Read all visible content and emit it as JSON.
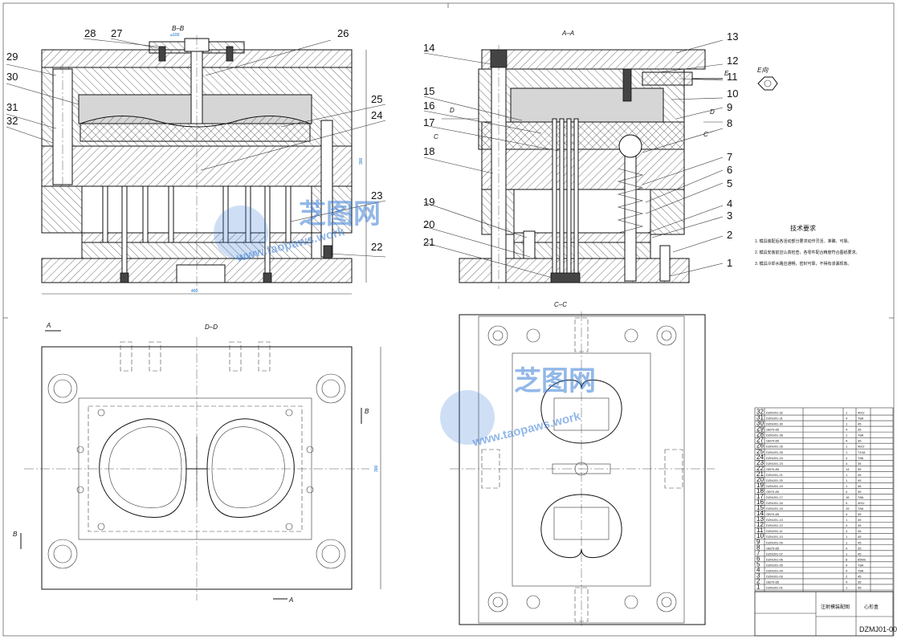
{
  "sections": {
    "bb": "B–B",
    "aa": "A–A",
    "cc": "C–C",
    "dd": "D–D"
  },
  "cut_letters": {
    "a": "A",
    "b": "B",
    "c": "C",
    "d": "D",
    "e": "E",
    "e_view": "E向"
  },
  "part_numbers": {
    "left": [
      "28",
      "27",
      "26",
      "29",
      "30",
      "25",
      "31",
      "24",
      "32",
      "23",
      "22"
    ],
    "right": [
      "13",
      "14",
      "12",
      "11",
      "15",
      "10",
      "16",
      "9",
      "17",
      "8",
      "18",
      "7",
      "6",
      "5",
      "19",
      "4",
      "3",
      "20",
      "2",
      "21",
      "1"
    ]
  },
  "dimensions": {
    "overall_width": "400",
    "overall_height": "300",
    "plan_height": "300"
  },
  "watermark": {
    "brand": "芝图网",
    "url": "www.taopaws.work"
  },
  "tech_requirements": {
    "title": "技术要求",
    "items": [
      "1. 模具装配后各活动部分要求动作灵活、准确、可靠。",
      "2. 模具安装前应认真检查，各零件配合精度符合图纸要求。",
      "3. 模具冷却水路应通畅，密封可靠，不得有渗漏现象。"
    ]
  },
  "bom": {
    "rows": [
      {
        "no": "32",
        "code": "DZMJ01-32",
        "qty": "1",
        "mat": "40Cr"
      },
      {
        "no": "31",
        "code": "DZMJ01-31",
        "qty": "4",
        "mat": "T8A"
      },
      {
        "no": "30",
        "code": "DZMJ01-30",
        "qty": "1",
        "mat": "45"
      },
      {
        "no": "29",
        "code": "GB70-85",
        "qty": "4",
        "mat": "35"
      },
      {
        "no": "28",
        "code": "DZMJ01-28",
        "qty": "1",
        "mat": "T8A"
      },
      {
        "no": "27",
        "code": "GB70-85",
        "qty": "4",
        "mat": "35"
      },
      {
        "no": "26",
        "code": "DZMJ01-26",
        "qty": "1",
        "mat": "40Cr"
      },
      {
        "no": "25",
        "code": "DZMJ01-25",
        "qty": "1",
        "mat": "T10A"
      },
      {
        "no": "24",
        "code": "DZMJ01-24",
        "qty": "4",
        "mat": "T8A"
      },
      {
        "no": "23",
        "code": "DZMJ01-23",
        "qty": "4",
        "mat": "35"
      },
      {
        "no": "22",
        "code": "GB70-85",
        "qty": "14",
        "mat": "35"
      },
      {
        "no": "21",
        "code": "DZMJ01-21",
        "qty": "1",
        "mat": "45"
      },
      {
        "no": "20",
        "code": "DZMJ01-20",
        "qty": "1",
        "mat": "45"
      },
      {
        "no": "19",
        "code": "DZMJ01-19",
        "qty": "1",
        "mat": "45"
      },
      {
        "no": "18",
        "code": "GB70-85",
        "qty": "4",
        "mat": "35"
      },
      {
        "no": "17",
        "code": "DZMJ01-17",
        "qty": "16",
        "mat": "T8A"
      },
      {
        "no": "16",
        "code": "DZMJ01-16",
        "qty": "4",
        "mat": "40Cr"
      },
      {
        "no": "15",
        "code": "DZMJ01-15",
        "qty": "15",
        "mat": "T8A"
      },
      {
        "no": "14",
        "code": "GB70-85",
        "qty": "4",
        "mat": "35"
      },
      {
        "no": "13",
        "code": "DZMJ01-13",
        "qty": "1",
        "mat": "45"
      },
      {
        "no": "12",
        "code": "DZMJ01-12",
        "qty": "4",
        "mat": "45"
      },
      {
        "no": "11",
        "code": "DZMJ01-11",
        "qty": "4",
        "mat": "45"
      },
      {
        "no": "10",
        "code": "DZMJ01-10",
        "qty": "1",
        "mat": "45"
      },
      {
        "no": "9",
        "code": "DZMJ01-09",
        "qty": "1",
        "mat": "45"
      },
      {
        "no": "8",
        "code": "GB70-85",
        "qty": "4",
        "mat": "35"
      },
      {
        "no": "7",
        "code": "DZMJ01-07",
        "qty": "1",
        "mat": "45"
      },
      {
        "no": "6",
        "code": "DZMJ01-06",
        "qty": "8",
        "mat": "65Mn"
      },
      {
        "no": "5",
        "code": "DZMJ01-05",
        "qty": "4",
        "mat": "T8A"
      },
      {
        "no": "4",
        "code": "DZMJ01-04",
        "qty": "4",
        "mat": "T8A"
      },
      {
        "no": "3",
        "code": "DZMJ01-03",
        "qty": "2",
        "mat": "45"
      },
      {
        "no": "2",
        "code": "GB70-85",
        "qty": "4",
        "mat": "35"
      },
      {
        "no": "1",
        "code": "DZMJ01-01",
        "qty": "1",
        "mat": "45"
      }
    ],
    "drawing_no": "DZMJ01-00",
    "drawing_title": "注射模装配图",
    "part_name": "心形盒"
  }
}
